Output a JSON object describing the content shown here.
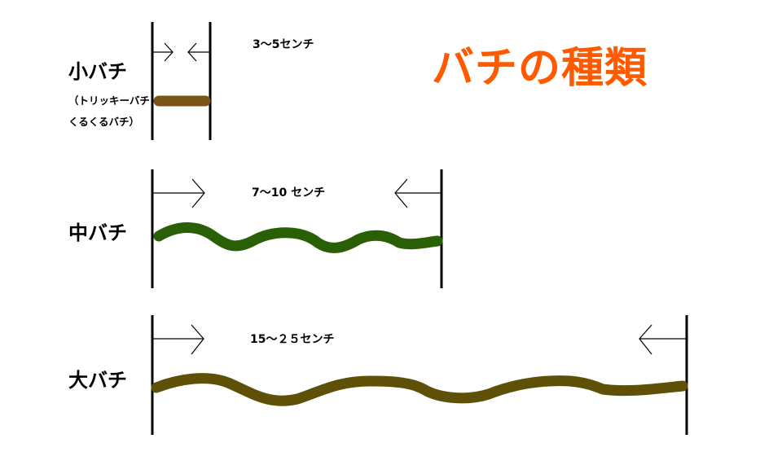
{
  "title": {
    "text": "バチの種類",
    "color": "#ff5a00"
  },
  "picks": [
    {
      "name": "小バチ",
      "note_line1": "（トリッキーバチ",
      "note_line2": "くるくるバチ）",
      "size": "3～5センチ",
      "stroke_color": "#7a5518"
    },
    {
      "name": "中バチ",
      "size": "7～10 センチ",
      "stroke_color": "#2a6005"
    },
    {
      "name": "大バチ",
      "size": "15～２５センチ",
      "stroke_color": "#5e5006"
    }
  ]
}
